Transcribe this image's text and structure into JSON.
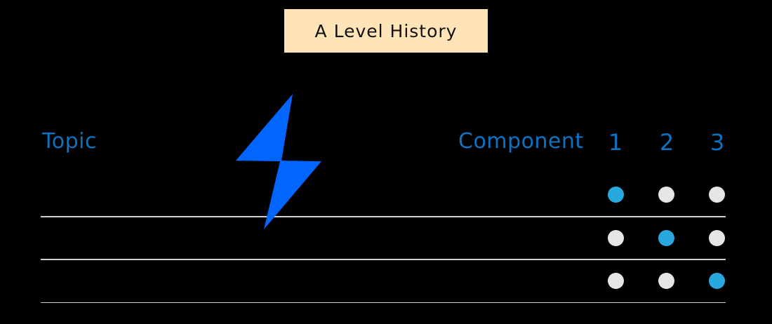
{
  "title": "A Level History",
  "colors": {
    "title_bg": "#FFE4B8",
    "header_text": "#0C73C2",
    "bolt": "#0066FF",
    "dot_active": "#29A8E0",
    "dot_inactive": "#E6E6E6",
    "divider": "#D0D0D0",
    "background": "#000000"
  },
  "table": {
    "headers": {
      "topic": "Topic",
      "component": "Component",
      "columns": [
        "1",
        "2",
        "3"
      ]
    },
    "rows": [
      {
        "topic": "",
        "components": [
          true,
          false,
          false
        ]
      },
      {
        "topic": "",
        "components": [
          false,
          true,
          false
        ]
      },
      {
        "topic": "",
        "components": [
          false,
          false,
          true
        ]
      }
    ]
  },
  "icons": {
    "bolt": "lightning-bolt-icon"
  }
}
